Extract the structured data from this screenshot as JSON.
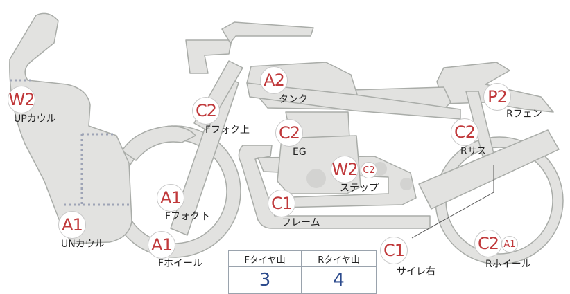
{
  "parts": [
    {
      "id": "up-cowl",
      "label": "UPカウル",
      "grade": "W2"
    },
    {
      "id": "un-cowl",
      "label": "UNカウル",
      "grade": "A1"
    },
    {
      "id": "f-wheel",
      "label": "Fホイール",
      "grade": "A1"
    },
    {
      "id": "f-fork-lower",
      "label": "Fフォク下",
      "grade": "A1"
    },
    {
      "id": "f-fork-upper",
      "label": "Fフォク上",
      "grade": "C2"
    },
    {
      "id": "tank",
      "label": "タンク",
      "grade": "A2"
    },
    {
      "id": "engine",
      "label": "EG",
      "grade": "C2"
    },
    {
      "id": "step",
      "label": "ステップ",
      "grade": "W2",
      "sub_grade": "C2"
    },
    {
      "id": "frame",
      "label": "フレーム",
      "grade": "C1"
    },
    {
      "id": "r-fender",
      "label": "Rフェン",
      "grade": "P2"
    },
    {
      "id": "r-suspension",
      "label": "Rサス",
      "grade": "C2"
    },
    {
      "id": "silencer-right",
      "label": "サイレ右",
      "grade": "C1"
    },
    {
      "id": "r-wheel",
      "label": "Rホイール",
      "grade": "C2",
      "sub_grade": "A1"
    }
  ],
  "tire_tread": {
    "front_label": "Fタイヤ山",
    "rear_label": "Rタイヤ山",
    "front_value": "3",
    "rear_value": "4"
  },
  "colors": {
    "part_fill": "#e2e2e0",
    "part_stroke": "#a9aca8",
    "grade_text": "#c0393b",
    "tread_value": "#2b4a8c",
    "divider": "#9ea4b6"
  }
}
